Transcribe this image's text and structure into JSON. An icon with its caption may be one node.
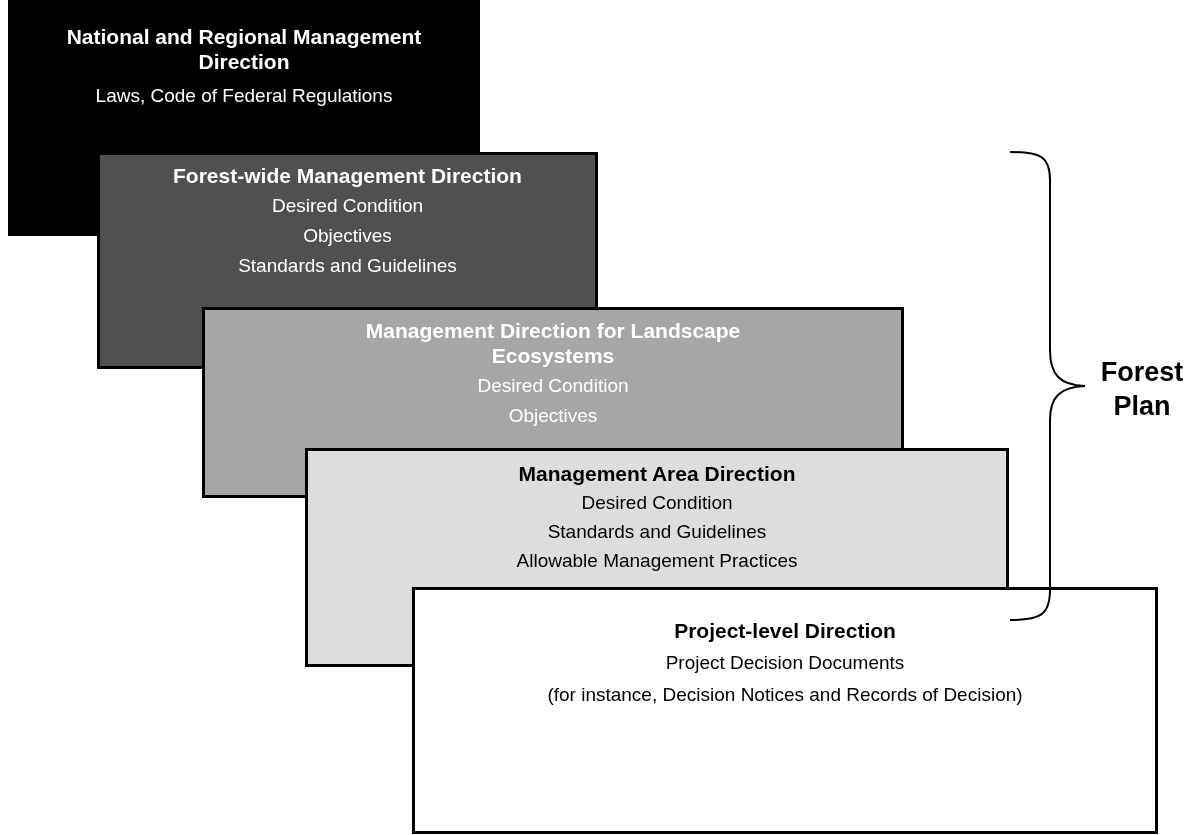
{
  "diagram": {
    "nodes": [
      {
        "text": [
          "National and Regional Management Direction",
          "Laws, Code of Federal Regulations"
        ]
      },
      {
        "text": [
          "Forest-wide Management Direction",
          "Desired Condition",
          "Objectives",
          "Standards and Guidelines"
        ]
      },
      {
        "text": [
          "Management Direction for Landscape Ecosystems",
          "Desired Condition",
          "Objectives"
        ]
      },
      {
        "text": [
          "Management Area Direction",
          "Desired Condition",
          "Standards and Guidelines",
          "Allowable Management Practices"
        ]
      },
      {
        "text": [
          "Project-level Direction",
          "Project Decision Documents",
          "(for instance, Decision Notices and Records of Decision)"
        ]
      }
    ],
    "labels": [
      "Forest Plan"
    ]
  }
}
